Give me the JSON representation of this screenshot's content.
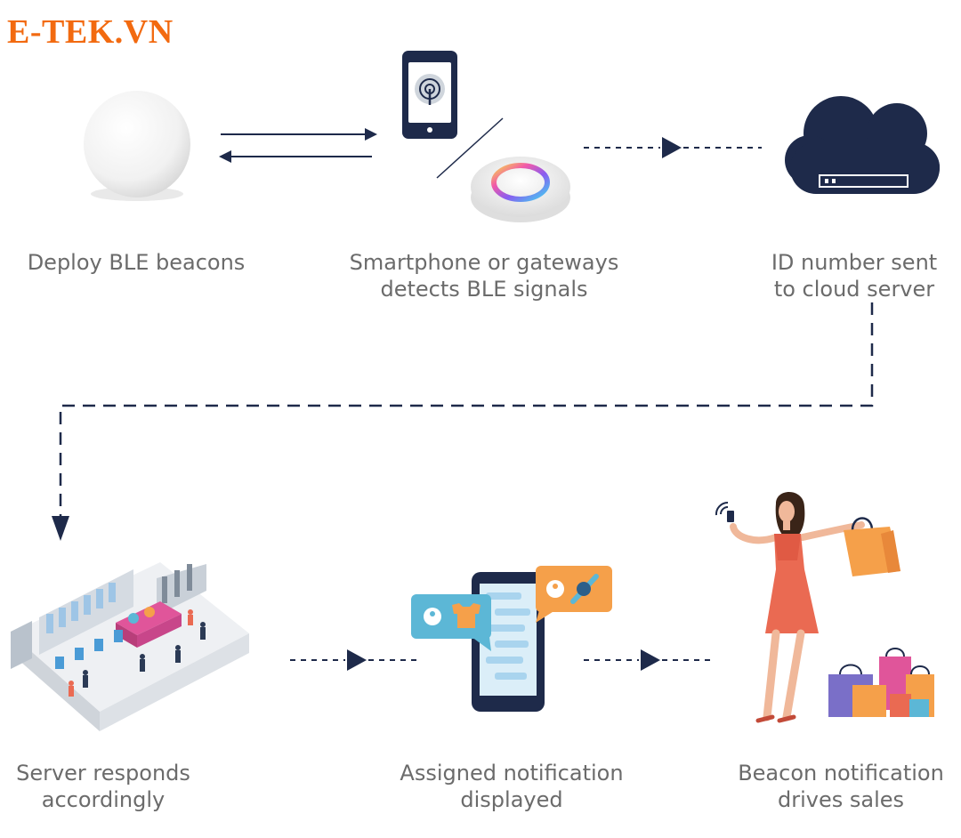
{
  "brand": {
    "logo_text": "E-TEK.VN",
    "logo_color": "#f26a10"
  },
  "colors": {
    "navy": "#1e2a4a",
    "caption": "#6b6b6b",
    "orange": "#f5a04a",
    "coral": "#ea6a52",
    "teal": "#5cb7d6"
  },
  "steps": [
    {
      "id": "deploy",
      "lines": [
        "Deploy BLE beacons"
      ],
      "icon": "ble-beacon-icon"
    },
    {
      "id": "detect",
      "lines": [
        "Smartphone or gateways",
        "detects BLE signals"
      ],
      "icon": "smartphone-gateway-icon"
    },
    {
      "id": "cloud",
      "lines": [
        "ID number sent",
        "to cloud server"
      ],
      "icon": "cloud-server-icon"
    },
    {
      "id": "server",
      "lines": [
        "Server responds",
        "accordingly"
      ],
      "icon": "retail-store-icon"
    },
    {
      "id": "notify",
      "lines": [
        "Assigned notification",
        "displayed"
      ],
      "icon": "phone-notification-icon"
    },
    {
      "id": "sales",
      "lines": [
        "Beacon notification",
        "drives sales"
      ],
      "icon": "shopper-icon"
    }
  ]
}
